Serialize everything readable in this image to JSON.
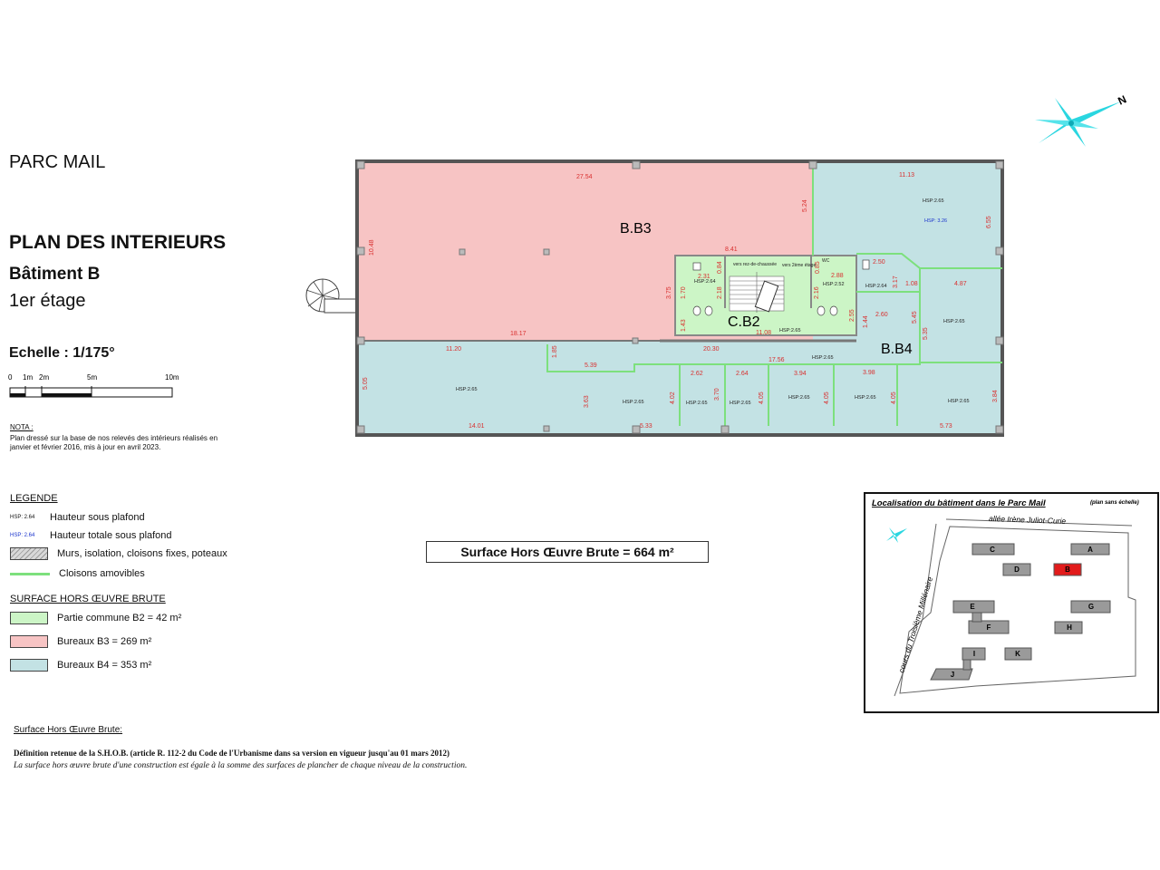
{
  "header": {
    "site": "PARC MAIL",
    "title": "PLAN DES INTERIEURS",
    "building": "Bâtiment B",
    "floor": "1er étage",
    "scale": "Echelle : 1/175°"
  },
  "scale_bar": {
    "labels": [
      "0",
      "1m",
      "2m",
      "5m",
      "10m"
    ]
  },
  "note": {
    "heading": "NOTA :",
    "text": "Plan dressé sur la base de nos relevés des intérieurs réalisés en janvier et février 2016, mis à jour en avril 2023."
  },
  "legend": {
    "heading": "LEGENDE",
    "hsp_key": "HSP: 2.64",
    "hsp_label": "Hauteur sous plafond",
    "hsp_total_key": "HSP: 2.64",
    "hsp_total_label": "Hauteur totale sous plafond",
    "walls_label": "Murs, isolation, cloisons fixes, poteaux",
    "movable_label": "Cloisons amovibles"
  },
  "shob_legend": {
    "heading": "SURFACE HORS ŒUVRE BRUTE",
    "items": [
      {
        "label": "Partie commune B2 = 42 m²",
        "color": "#ccf5c6"
      },
      {
        "label": "Bureaux B3 = 269 m²",
        "color": "#f7c4c4"
      },
      {
        "label": "Bureaux B4 = 353 m²",
        "color": "#c3e2e4"
      }
    ]
  },
  "total": "Surface Hors Œuvre Brute = 664 m²",
  "definition": {
    "heading": "Surface Hors Œuvre Brute:",
    "title": "Définition retenue de la S.H.O.B. (article R. 112-2 du Code de l'Urbanisme dans sa version en vigueur jusqu'au 01 mars 2012)",
    "text": "La surface hors œuvre brute d'une construction est égale à la somme des surfaces de plancher de chaque niveau de la construction."
  },
  "plan": {
    "zones": {
      "b3": "B.B3",
      "b4": "B.B4",
      "c2": "C.B2"
    },
    "dims": {
      "d27_54": "27.54",
      "d11_13": "11.13",
      "d10_48": "10.48",
      "d5_24": "5.24",
      "d6_55": "6.55",
      "d8_41": "8.41",
      "d18_17": "18.17",
      "d11_20": "11.20",
      "d20_30": "20.30",
      "d11_08": "11.08",
      "d17_56": "17.56",
      "d14_01": "14.01",
      "d5_33": "5.33",
      "d5_73": "5.73",
      "d5_05": "5.05",
      "d3_63": "3.63",
      "d1_85": "1.85",
      "d5_39": "5.39",
      "d4_02": "4.02",
      "d2_62": "2.62",
      "d3_70": "3.70",
      "d2_64": "2.64",
      "d4_05a": "4.05",
      "d3_94": "3.94",
      "d4_05b": "4.05",
      "d3_98": "3.98",
      "d4_05c": "4.05",
      "d3_84": "3.84",
      "d2_50": "2.50",
      "d3_17": "3.17",
      "d1_08": "1.08",
      "d4_87": "4.87",
      "d2_60": "2.60",
      "d5_45": "5.45",
      "d5_35": "5.35",
      "d1_44": "1.44",
      "d2_88": "2.88",
      "d2_16": "2.16",
      "d2_55": "2.55",
      "d0_85": "0.85",
      "d2_31": "2.31",
      "d0_84": "0.84",
      "d1_70": "1.70",
      "d2_18": "2.18",
      "d3_75": "3.75",
      "d1_43": "1.43"
    },
    "hsp": {
      "main": "HSP:2.65",
      "total": "HSP: 3.26",
      "small_a": "HSP:2.64",
      "small_b": "HSP:2.52",
      "small_c": "HSP:2.64"
    },
    "stairs": {
      "down": "vers rez-de-chaussée",
      "up": "vers 2ème étage",
      "wc": "WC"
    }
  },
  "location": {
    "title": "Localisation du bâtiment dans le Parc Mail",
    "subtitle": "(plan sans échelle)",
    "street_top": "allée Irène Juliot-Curie",
    "street_left": "cours du Troisième Millénaire",
    "buildings": [
      "A",
      "B",
      "C",
      "D",
      "E",
      "F",
      "G",
      "H",
      "I",
      "J",
      "K"
    ],
    "highlight": "B",
    "highlight_color": "#e21b1b"
  },
  "colors": {
    "common": "#ccf5c6",
    "b3": "#f7c4c4",
    "b4": "#c3e2e4",
    "dim": "#d9302f",
    "hsp_total": "#1a33cc",
    "compass": "#2ad6e0"
  }
}
